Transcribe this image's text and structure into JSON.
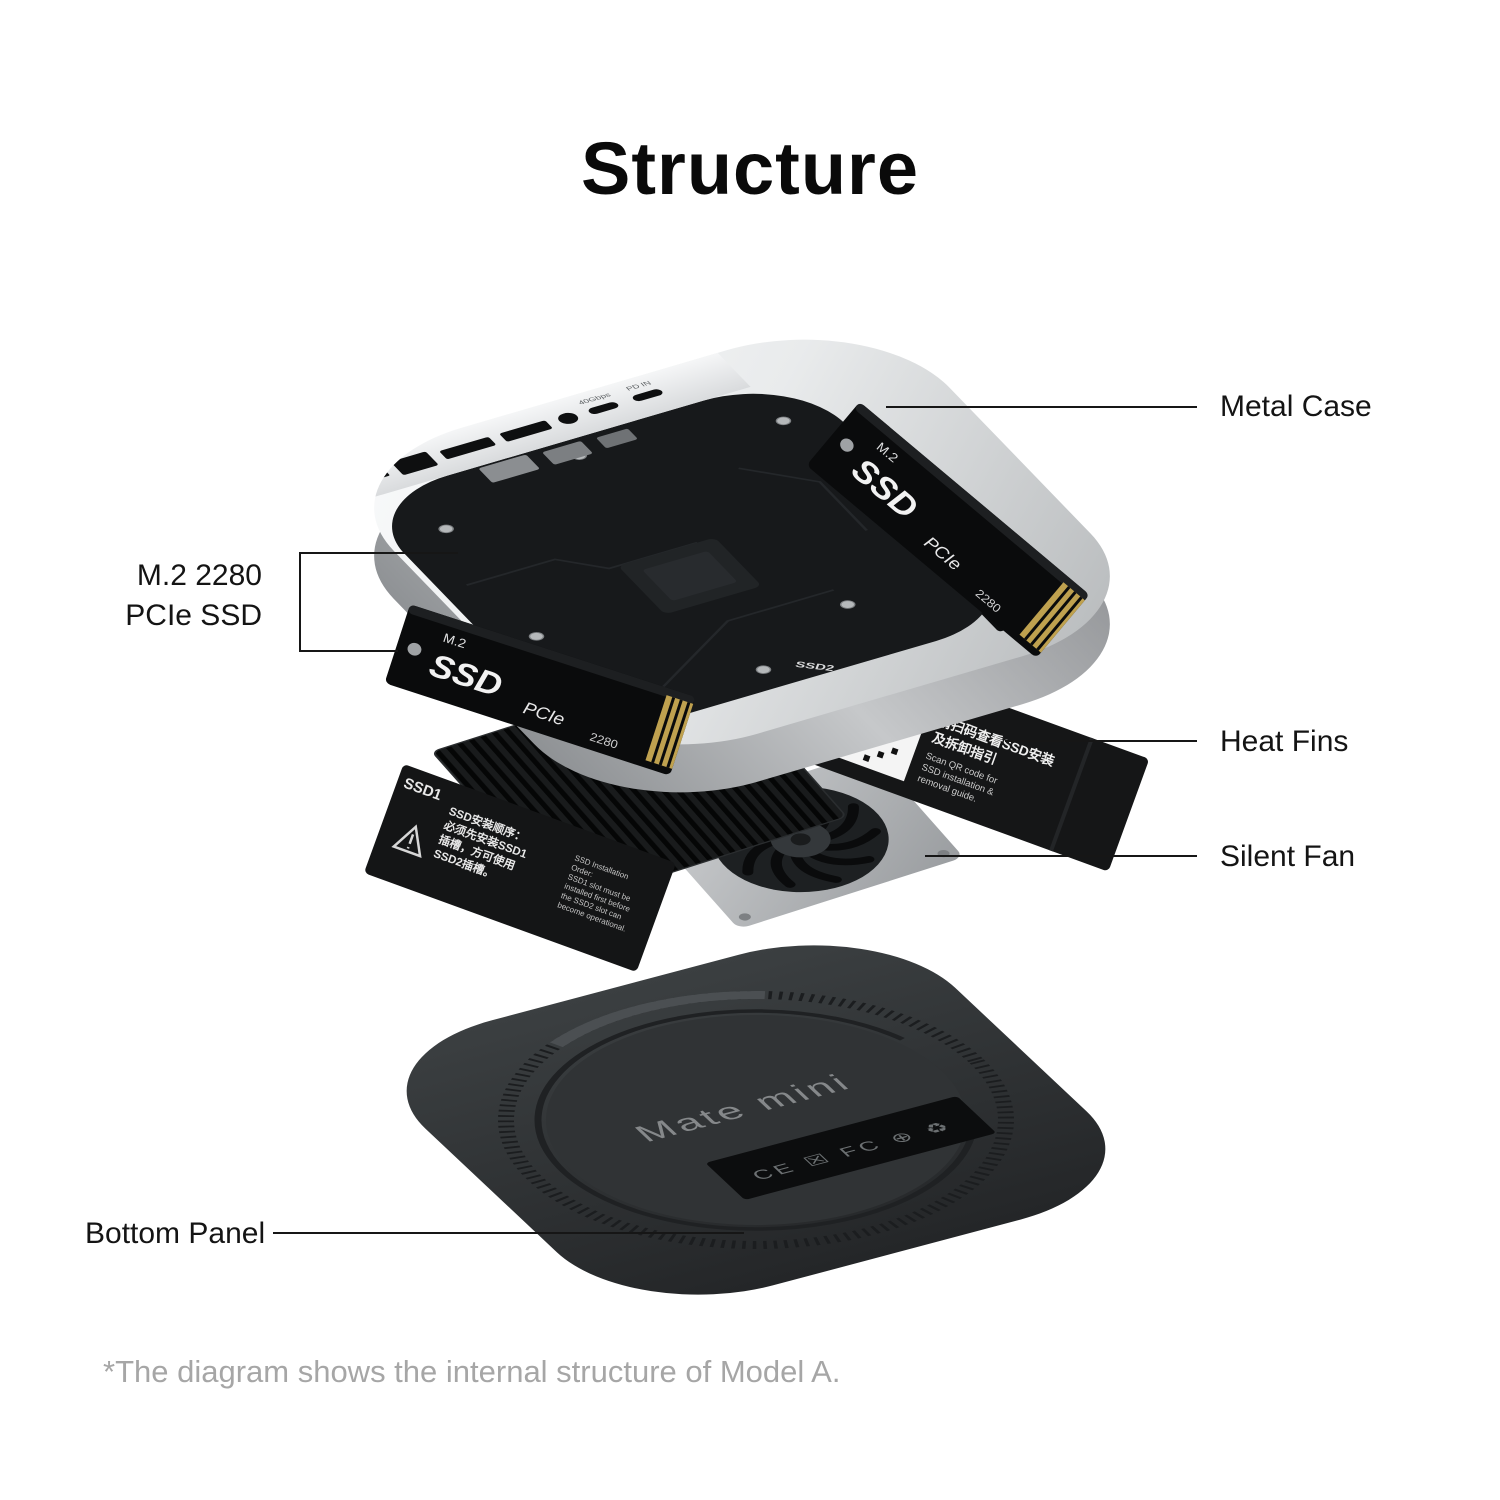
{
  "page": {
    "title": "Structure",
    "footnote": "*The diagram shows the internal structure of Model A."
  },
  "callouts": {
    "metal_case": "Metal Case",
    "m2_line1": "M.2 2280",
    "m2_line2": "PCIe SSD",
    "heat_fins": "Heat Fins",
    "silent_fan": "Silent Fan",
    "bottom_panel": "Bottom Panel"
  },
  "device": {
    "brand": "Mate mini",
    "regulatory": "CE ☒ FC ⊕ ♻",
    "ports": {
      "usbc_speed": "40Gbps",
      "pd_in": "PD IN"
    },
    "ssd_stick": {
      "m2": "M.2",
      "ssd": "SSD",
      "pcie": "PCIe",
      "size": "2280"
    },
    "ssd1_tag": "SSD1",
    "ssd2_tag": "SSD2",
    "qr_label": {
      "cn1": "请扫码查看SSD安装",
      "cn2": "及拆卸指引",
      "en1": "Scan QR code for",
      "en2": "SSD installation &",
      "en3": "removal guide."
    },
    "install_label": {
      "cn1": "SSD安装顺序：",
      "cn2": "必须先安装SSD1",
      "cn3": "插槽，方可使用",
      "cn4": "SSD2插槽。",
      "en1": "SSD Installation",
      "en2": "Order:",
      "en3": "SSD1 slot must be",
      "en4": "installed first before",
      "en5": "the SSD2 slot can",
      "en6": "become operational."
    }
  },
  "colors": {
    "silver": "#d7d9db",
    "panel_dark": "#2e3133",
    "label_text": "#141414",
    "footnote_text": "#a6a6a6"
  }
}
